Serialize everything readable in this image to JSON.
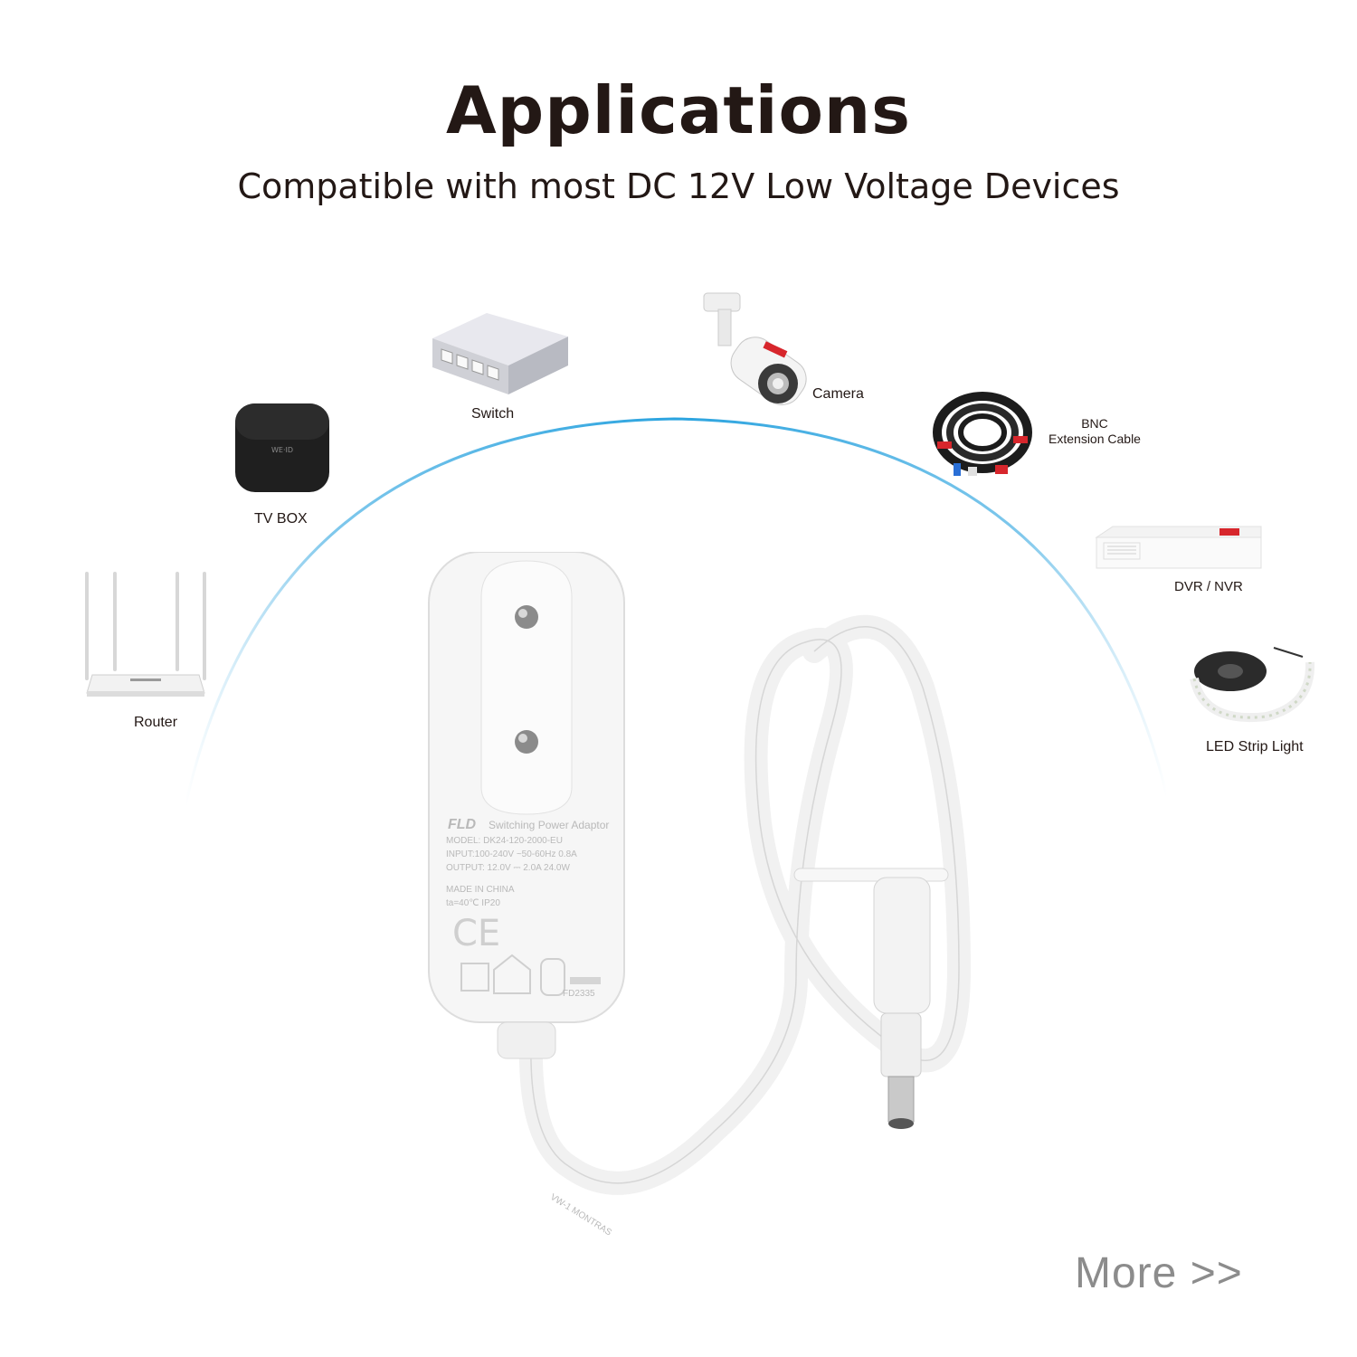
{
  "header": {
    "title": "Applications",
    "subtitle": "Compatible with most DC 12V Low Voltage Devices"
  },
  "devices": [
    {
      "id": "router",
      "label": "Router"
    },
    {
      "id": "tv-box",
      "label": "TV BOX"
    },
    {
      "id": "switch",
      "label": "Switch"
    },
    {
      "id": "camera",
      "label": "Camera"
    },
    {
      "id": "bnc",
      "label_line1": "BNC",
      "label_line2": "Extension Cable"
    },
    {
      "id": "dvr",
      "label": "DVR / NVR"
    },
    {
      "id": "led",
      "label": "LED Strip Light"
    }
  ],
  "adapter": {
    "brand": "FLD",
    "name": "Switching Power Adaptor",
    "model": "MODEL: DK24-120-2000-EU",
    "input": "INPUT:100-240V ~50-60Hz 0.8A",
    "output": "OUTPUT: 12.0V ⎓ 2.0A 24.0W",
    "origin": "MADE IN CHINA",
    "rating": "ta=40℃  IP20",
    "code": "FD2335",
    "cable_print": "VW-1 MONTRAS"
  },
  "footer": {
    "more_label": "More >>"
  },
  "colors": {
    "title": "#231815",
    "arc_blue": "#2aa3df",
    "more_gray": "#8c8c8c"
  }
}
